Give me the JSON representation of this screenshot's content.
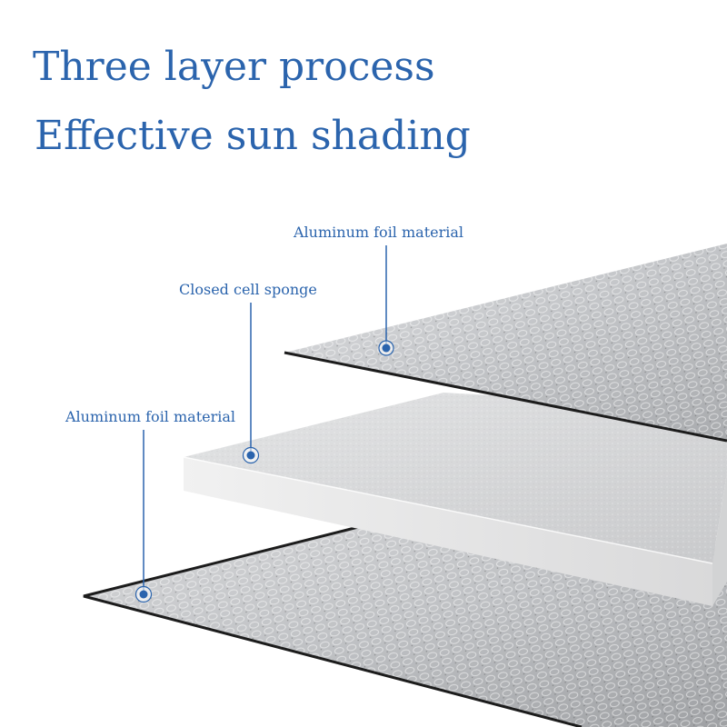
{
  "headline": {
    "line1": "Three layer process",
    "line2": "Effective sun shading"
  },
  "layers": [
    {
      "id": "top",
      "label": "Aluminum foil material"
    },
    {
      "id": "middle",
      "label": "Closed cell sponge"
    },
    {
      "id": "bottom",
      "label": "Aluminum foil material"
    }
  ],
  "colors": {
    "accent": "#2b64ad",
    "foil": "#c8cacd",
    "sponge": "#e6e7e8",
    "edge": "#1c1c1c"
  }
}
